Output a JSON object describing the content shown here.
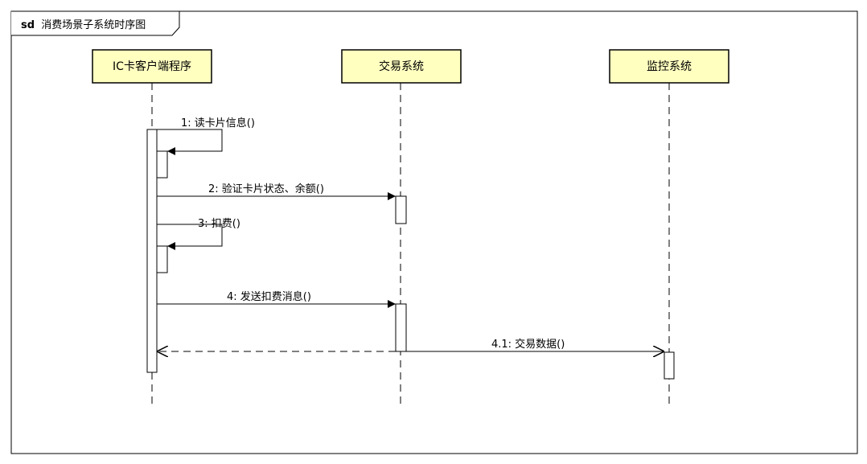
{
  "frame": {
    "keyword": "sd",
    "title": "消费场景子系统时序图"
  },
  "lifelines": [
    {
      "id": "ic",
      "label": "IC卡客户端程序"
    },
    {
      "id": "tx",
      "label": "交易系统"
    },
    {
      "id": "mon",
      "label": "监控系统"
    }
  ],
  "messages": [
    {
      "id": "m1",
      "label": "1: 读卡片信息()",
      "from": "ic",
      "to": "ic",
      "kind": "self"
    },
    {
      "id": "m2",
      "label": "2: 验证卡片状态、余额()",
      "from": "ic",
      "to": "tx",
      "kind": "sync"
    },
    {
      "id": "m3",
      "label": "3: 扣费()",
      "from": "ic",
      "to": "ic",
      "kind": "self"
    },
    {
      "id": "m4",
      "label": "4: 发送扣费消息()",
      "from": "ic",
      "to": "tx",
      "kind": "sync"
    },
    {
      "id": "m41",
      "label": "4.1: 交易数据()",
      "from": "tx",
      "to": "mon",
      "kind": "async"
    },
    {
      "id": "r1",
      "label": "",
      "from": "tx",
      "to": "ic",
      "kind": "return"
    }
  ],
  "colors": {
    "participant_fill": "#FFFFC0",
    "line": "#000000",
    "background": "#FFFFFF"
  }
}
